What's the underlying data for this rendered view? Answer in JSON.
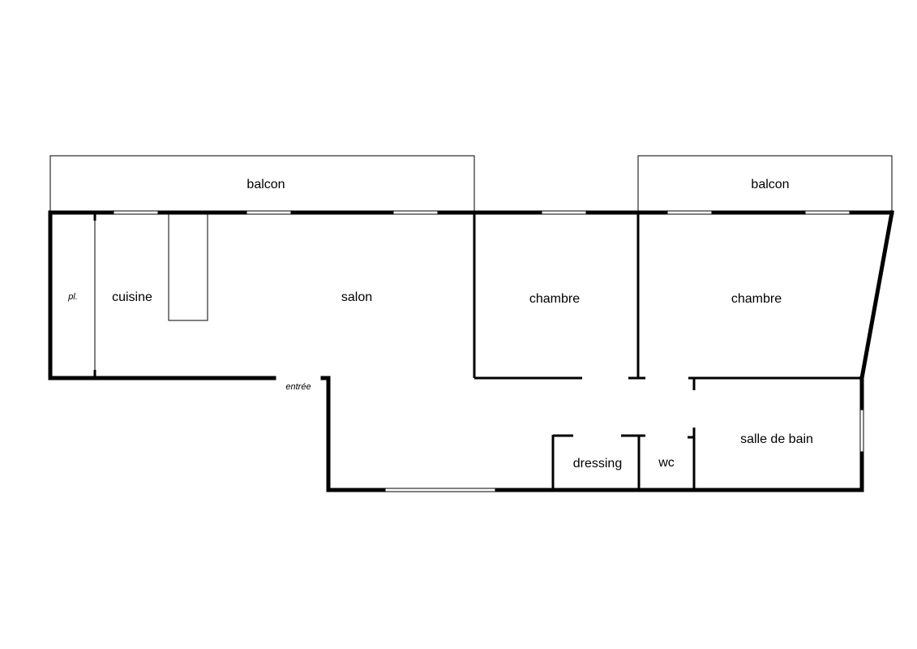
{
  "labels": {
    "balcon_left": "balcon",
    "balcon_right": "balcon",
    "placard": "pl.",
    "cuisine": "cuisine",
    "salon": "salon",
    "chambre_1": "chambre",
    "chambre_2": "chambre",
    "entree": "entrée",
    "dressing": "dressing",
    "wc": "wc",
    "salle_de_bain": "salle de bain"
  }
}
